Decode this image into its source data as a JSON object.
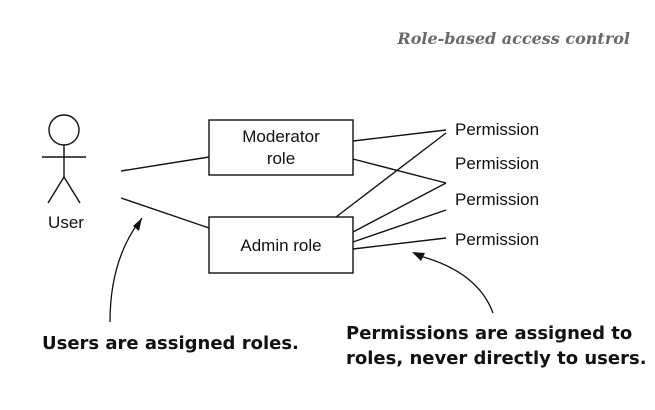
{
  "header": {
    "title": "Role-based access control"
  },
  "user": {
    "label": "User",
    "icon": "stick-figure-icon"
  },
  "roles": {
    "moderator": {
      "line1": "Moderator",
      "line2": "role"
    },
    "admin": {
      "label": "Admin role"
    }
  },
  "permissions": [
    "Permission",
    "Permission",
    "Permission",
    "Permission"
  ],
  "annotations": {
    "users_roles": "Users are assigned roles.",
    "permissions_roles": {
      "line1": "Permissions are assigned to",
      "line2": "roles, never directly to users."
    }
  }
}
